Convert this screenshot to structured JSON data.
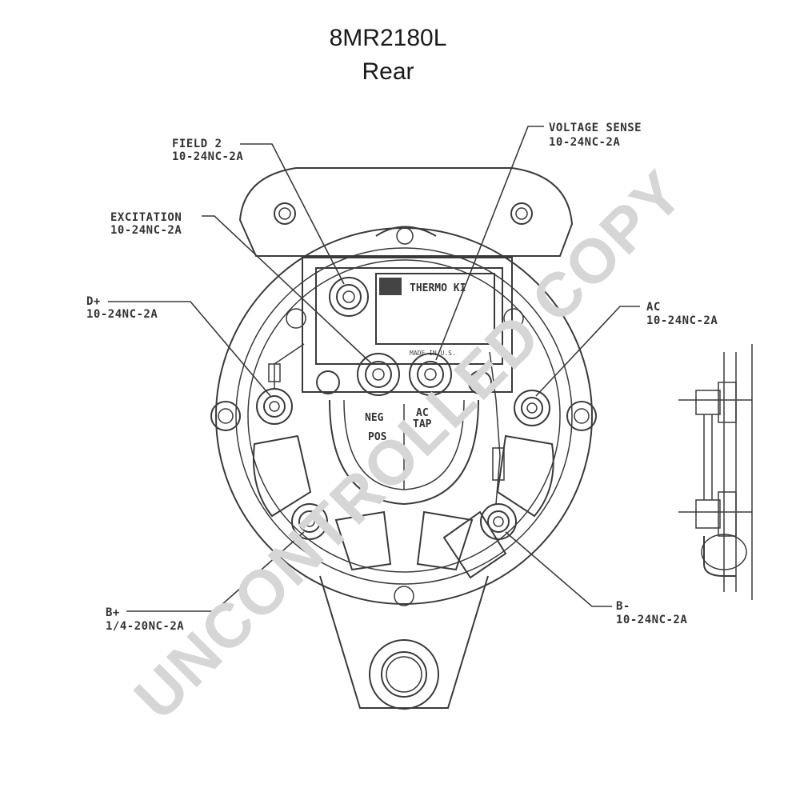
{
  "header": {
    "model": "8MR2180L",
    "view": "Rear"
  },
  "callouts": [
    {
      "name": "Field 2",
      "label": "FIELD 2",
      "spec": "10-24NC-2A"
    },
    {
      "name": "Voltage Sense",
      "label": "VOLTAGE SENSE",
      "spec": "10-24NC-2A"
    },
    {
      "name": "Excitation",
      "label": "EXCITATION",
      "spec": "10-24NC-2A"
    },
    {
      "name": "D+",
      "label": "D+",
      "spec": "10-24NC-2A"
    },
    {
      "name": "AC",
      "label": "AC",
      "spec": "10-24NC-2A"
    },
    {
      "name": "B+",
      "label": "B+",
      "spec": "1/4-20NC-2A"
    },
    {
      "name": "B-",
      "label": "B-",
      "spec": "10-24NC-2A"
    }
  ],
  "plate": {
    "brand": "THERMO KI",
    "made_in": "MADE IN U.S.",
    "neg": "NEG",
    "ac_tap_1": "AC",
    "ac_tap_2": "TAP",
    "pos": "POS"
  },
  "watermark": "UNCONTROLLED COPY",
  "colors": {
    "ink": "#3a3a3a",
    "watermark": "#d6d6d6",
    "background": "#ffffff"
  }
}
